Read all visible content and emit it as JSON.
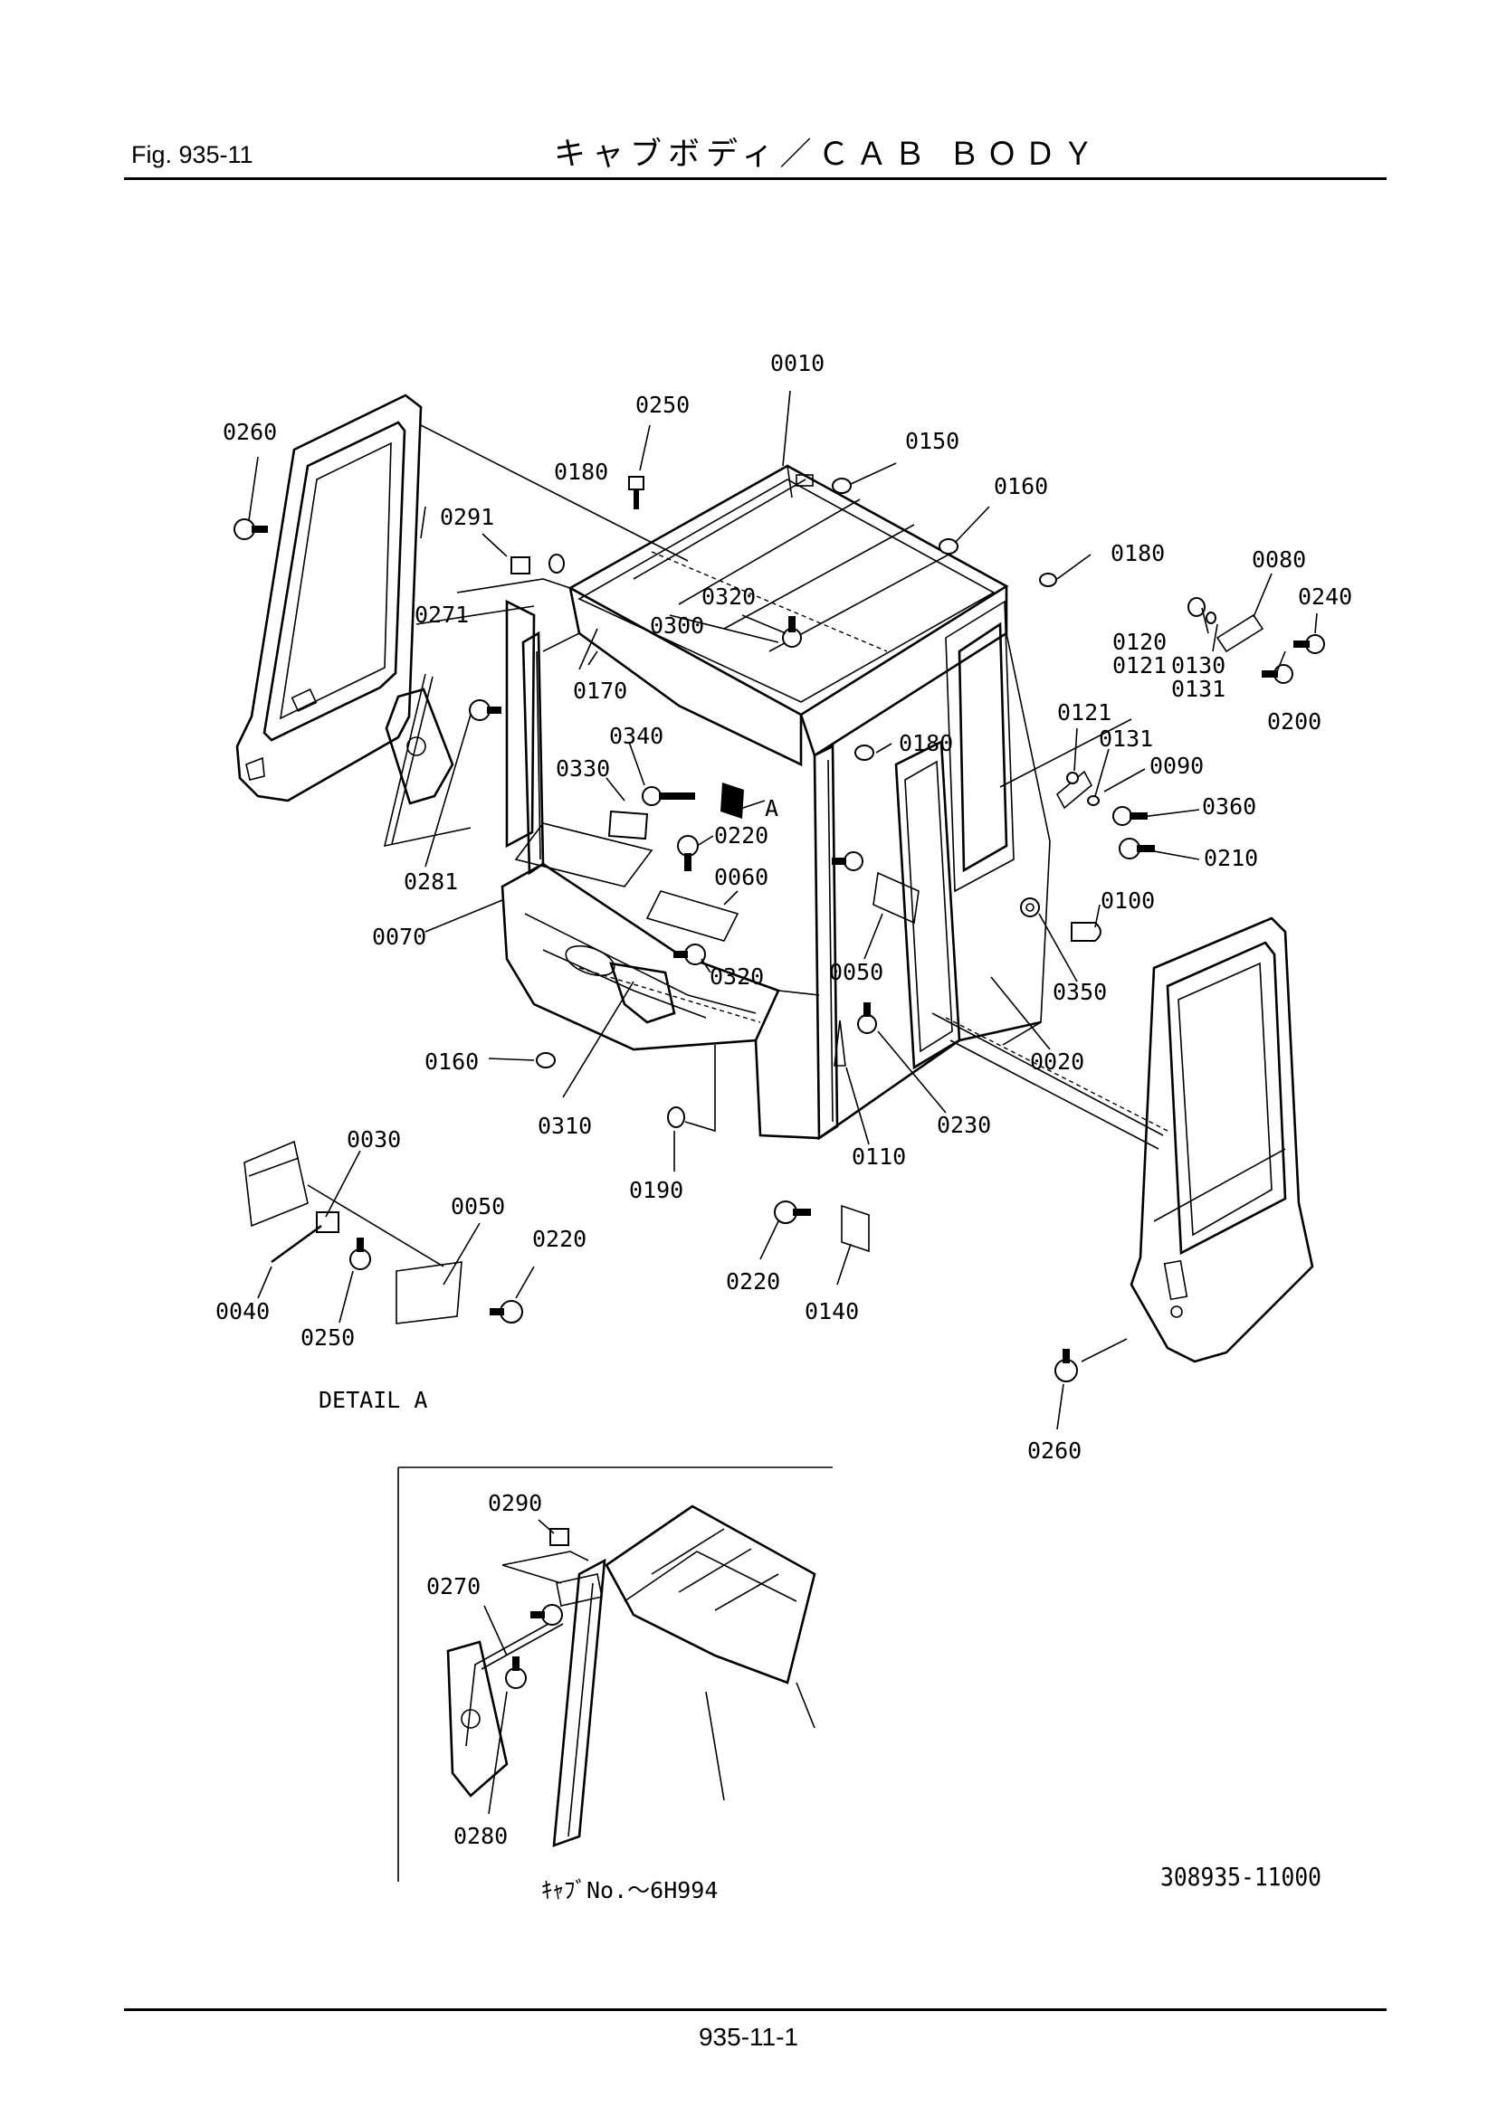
{
  "header": {
    "fig_label": "Fig.  935-11",
    "title": "キャブボディ／ＣＡＢ ＢＯＤＹ"
  },
  "callouts": {
    "c0010": "0010",
    "c0250": "0250",
    "c0150": "0150",
    "c0260a": "0260",
    "c0180a": "0180",
    "c0160a": "0160",
    "c0291": "0291",
    "c0180b": "0180",
    "c0080": "0080",
    "c0240": "0240",
    "c0320a": "0320",
    "c0271": "0271",
    "c0300": "0300",
    "c0120": "0120",
    "c0121a": "0121",
    "c0130": "0130",
    "c0131a": "0131",
    "c0170": "0170",
    "c0200": "0200",
    "c0340": "0340",
    "c0180c": "0180",
    "c0121b": "0121",
    "c0131b": "0131",
    "c0330": "0330",
    "c0090": "0090",
    "c_arrow_a": "A",
    "c0360": "0360",
    "c0220a": "0220",
    "c0210": "0210",
    "c0281": "0281",
    "c0060": "0060",
    "c0100": "0100",
    "c0070": "0070",
    "c0320b": "0320",
    "c0050a": "0050",
    "c0350": "0350",
    "c0020": "0020",
    "c0160b": "0160",
    "c0230": "0230",
    "c0310": "0310",
    "c0110": "0110",
    "c0190": "0190",
    "c0030": "0030",
    "c0050b": "0050",
    "c0220b": "0220",
    "c0220c": "0220",
    "c0140": "0140",
    "c0040": "0040",
    "c0250b": "0250",
    "c0260b": "0260",
    "c0290": "0290",
    "c0270": "0270",
    "c0280": "0280"
  },
  "detail_label": "DETAIL A",
  "inset_caption": "ｷｬﾌﾞNo.～6H994",
  "drawing_code": "308935-11000",
  "footer": {
    "page_number": "935-11-1"
  }
}
